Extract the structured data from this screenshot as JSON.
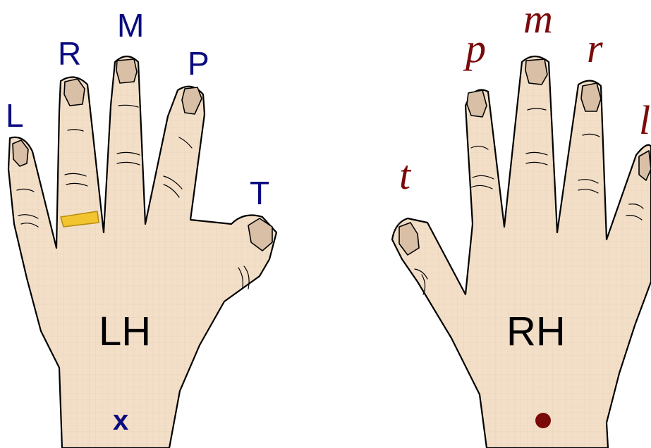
{
  "left_hand": {
    "name": "LH",
    "fingers": {
      "little": "L",
      "ring": "R",
      "middle": "M",
      "index": "P",
      "thumb": "T"
    },
    "mark": "x",
    "label_color": "#0b0b80",
    "ring_color": "#f2c430"
  },
  "right_hand": {
    "name": "RH",
    "fingers": {
      "thumb": "t",
      "index": "p",
      "middle": "m",
      "ring": "r",
      "little": "l"
    },
    "mark": "dot",
    "label_color": "#7a0a0a"
  },
  "colors": {
    "skin": "#f3dfc8",
    "nail": "#d8bfa6",
    "grid": "#e3cbb2",
    "outline": "#000000"
  }
}
